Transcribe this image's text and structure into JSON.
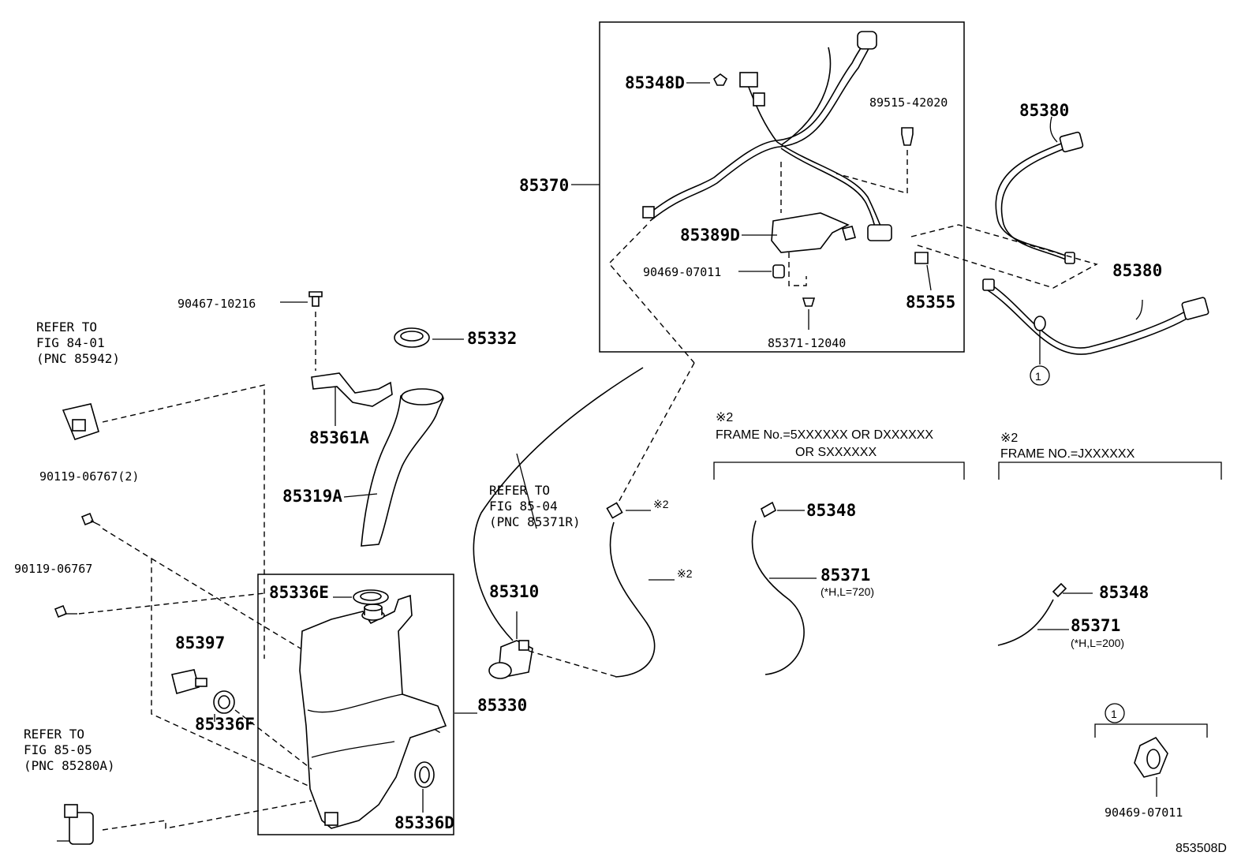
{
  "diagram_id": "853508D",
  "labels": {
    "p85348D": "85348D",
    "p89515": "89515-42020",
    "p85380a": "85380",
    "p85380b": "85380",
    "p85370": "85370",
    "p85389D": "85389D",
    "p90469a": "90469-07011",
    "p85355": "85355",
    "p85371_12040": "85371-12040",
    "p90467": "90467-10216",
    "p85332": "85332",
    "p85361A": "85361A",
    "p85319A": "85319A",
    "p90119a": "90119-06767(2)",
    "p90119b": "90119-06767",
    "p85336E": "85336E",
    "p85397": "85397",
    "p85336F": "85336F",
    "p85330": "85330",
    "p85336D": "85336D",
    "p85310": "85310",
    "p85348a": "85348",
    "p85371a": "85371",
    "p85348b": "85348",
    "p85371b": "85371",
    "p90469b": "90469-07011"
  },
  "circle_ref": "1",
  "refers": {
    "r1": [
      "REFER TO",
      "FIG 84-01",
      "(PNC 85942)"
    ],
    "r2": [
      "REFER TO",
      "FIG 85-04",
      "(PNC 85371R)"
    ],
    "r3": [
      "REFER TO",
      "FIG 85-05",
      "(PNC 85280A)"
    ]
  },
  "notes": {
    "mark": "※2",
    "frame1_line1": "FRAME No.=5XXXXXX OR DXXXXXX",
    "frame1_line2": "OR SXXXXXX",
    "frame2_line1": "FRAME NO.=JXXXXXX",
    "len720": "(*H,L=720)",
    "len200": "(*H,L=200)"
  }
}
